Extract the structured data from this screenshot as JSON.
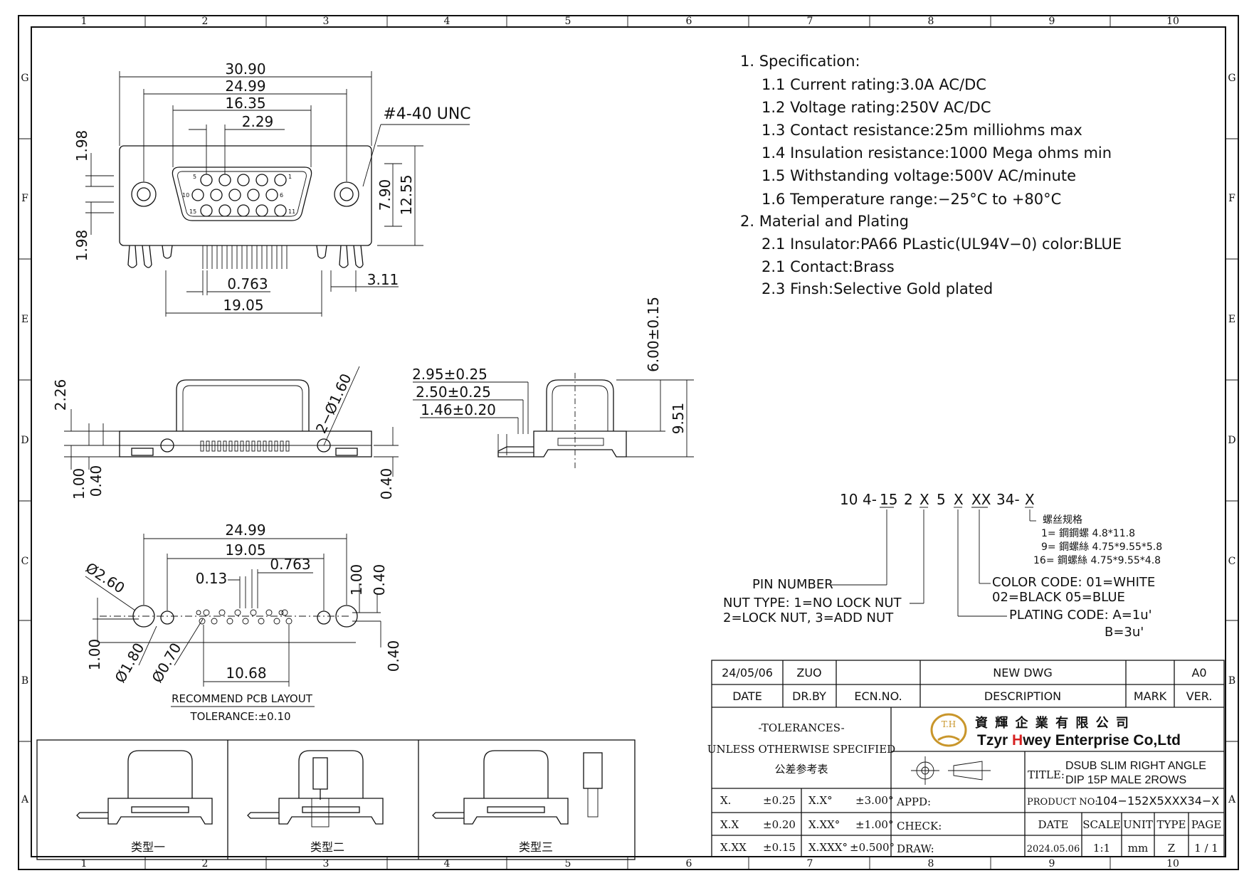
{
  "frame": {
    "col_numbers": [
      "1",
      "2",
      "3",
      "4",
      "5",
      "6",
      "7",
      "8",
      "9",
      "10"
    ],
    "row_letters": [
      "G",
      "F",
      "E",
      "D",
      "C",
      "B",
      "A"
    ]
  },
  "spec": {
    "heading1": "1.  Specification:",
    "items1": [
      "1.1  Current  rating:3.0A  AC/DC",
      "1.2  Voltage  rating:250V  AC/DC",
      "1.3  Contact  resistance:25m  milliohms  max",
      "1.4  Insulation  resistance:1000  Mega  ohms  min",
      "1.5  Withstanding  voltage:500V  AC/minute",
      "1.6  Temperature  range:−25°C  to  +80°C"
    ],
    "heading2": "2.  Material  and  Plating",
    "items2": [
      "2.1  Insulator:PA66  PLastic(UL94V−0)  color:BLUE",
      "2.1  Contact:Brass",
      "2.3  Finsh:Selective  Gold  plated"
    ]
  },
  "front_view": {
    "dims": {
      "w1": "30.90",
      "w2": "24.99",
      "w3": "16.35",
      "w4": "2.29",
      "thread": "#4-40 UNC",
      "h_left_top": "1.98",
      "h_left_bot": "1.98",
      "h1": "7.90",
      "h2": "12.55",
      "pitch": "0.763",
      "pin_span": "19.05",
      "tail": "3.11"
    },
    "pin_labels": {
      "p5": "5",
      "p1": "1",
      "p10": "10",
      "p6": "6",
      "p15": "15",
      "p11": "11"
    }
  },
  "side_view": {
    "dims": {
      "h": "2.26",
      "hole": "2−Ø1.60",
      "b1": "1.00",
      "b2": "0.40",
      "b3": "0.40"
    }
  },
  "end_view": {
    "dims": {
      "d1": "2.95±0.25",
      "d2": "2.50±0.25",
      "d3": "1.46±0.20",
      "h1": "6.00±0.15",
      "h2": "9.51"
    }
  },
  "pcb": {
    "dims": {
      "w1": "24.99",
      "w2": "19.05",
      "p1": "0.13",
      "p2": "0.763",
      "d1": "Ø2.60",
      "d2": "Ø1.80",
      "d3": "Ø0.70",
      "v1": "1.00",
      "v2": "0.40",
      "v3": "1.00",
      "v4": "0.40",
      "span": "10.68"
    },
    "title": "RECOMMEND  PCB  LAYOUT",
    "tolerance": "TOLERANCE:±0.10"
  },
  "part_number": {
    "code_parts": [
      "10",
      "4-",
      "15",
      "2",
      "X",
      "5",
      "X",
      "XX",
      "34-",
      "X"
    ],
    "screw_title": "螺丝规格",
    "screw_opts": [
      "1= 鋼鋼螺  4.8*11.8",
      "9= 鋼螺絲  4.75*9.55*5.8",
      "16= 鋼螺絲  4.75*9.55*4.8"
    ],
    "pin_number": "PIN  NUMBER",
    "nut_type_1": "NUT TYPE: 1=NO LOCK NUT",
    "nut_type_2": "2=LOCK NUT, 3=ADD NUT",
    "color_code_1": "COLOR  CODE: 01=WHITE",
    "color_code_2": "02=BLACK  05=BLUE",
    "plating_1": "PLATING  CODE:  A=1u'",
    "plating_2": "B=3u'"
  },
  "variants": [
    "类型一",
    "类型二",
    "类型三"
  ],
  "title_block": {
    "rev_date": "24/05/06",
    "rev_by": "ZUO",
    "rev_desc": "NEW DWG",
    "rev_ver": "A0",
    "h_date": "DATE",
    "h_drby": "DR.BY",
    "h_ecn": "ECN.NO.",
    "h_desc": "DESCRIPTION",
    "h_mark": "MARK",
    "h_ver": "VER.",
    "tol_title": "-TOLERANCES-",
    "tol_sub": "UNLESS OTHERWISE SPECIFIED",
    "tol_cn": "公差参考表",
    "company_cn": "資 輝 企 業 有 限 公 司",
    "company_en_a": "Tzyr ",
    "company_en_h": "H",
    "company_en_b": "wey Enterprise Co,Ltd",
    "logo": "T.H",
    "title_label": "TITLE:",
    "title_1": "DSUB SLIM RIGHT ANGLE",
    "title_2": "DIP 15P MALE  2ROWS",
    "product_label": "PRODUCT NO:",
    "product_no": "104−152X5XXX34−X",
    "tol_rows": [
      {
        "a": "X.",
        "b": "±0.25",
        "c": "X.X°",
        "d": "±3.00°"
      },
      {
        "a": "X.X",
        "b": "±0.20",
        "c": "X.XX°",
        "d": "±1.00°"
      },
      {
        "a": "X.XX",
        "b": "±0.15",
        "c": "X.XXX°",
        "d": "±0.500°"
      }
    ],
    "appd": "APPD:",
    "check": "CHECK:",
    "draw": "DRAW:",
    "h2_date": "DATE",
    "h2_scale": "SCALE",
    "h2_unit": "UNIT",
    "h2_type": "TYPE",
    "h2_page": "PAGE",
    "v_date": "2024.05.06",
    "v_scale": "1:1",
    "v_unit": "mm",
    "v_type": "Z",
    "v_page": "1 / 1"
  },
  "colors": {
    "line": "#111111",
    "brand_red": "#d62020",
    "brand_gold": "#c9962b"
  }
}
